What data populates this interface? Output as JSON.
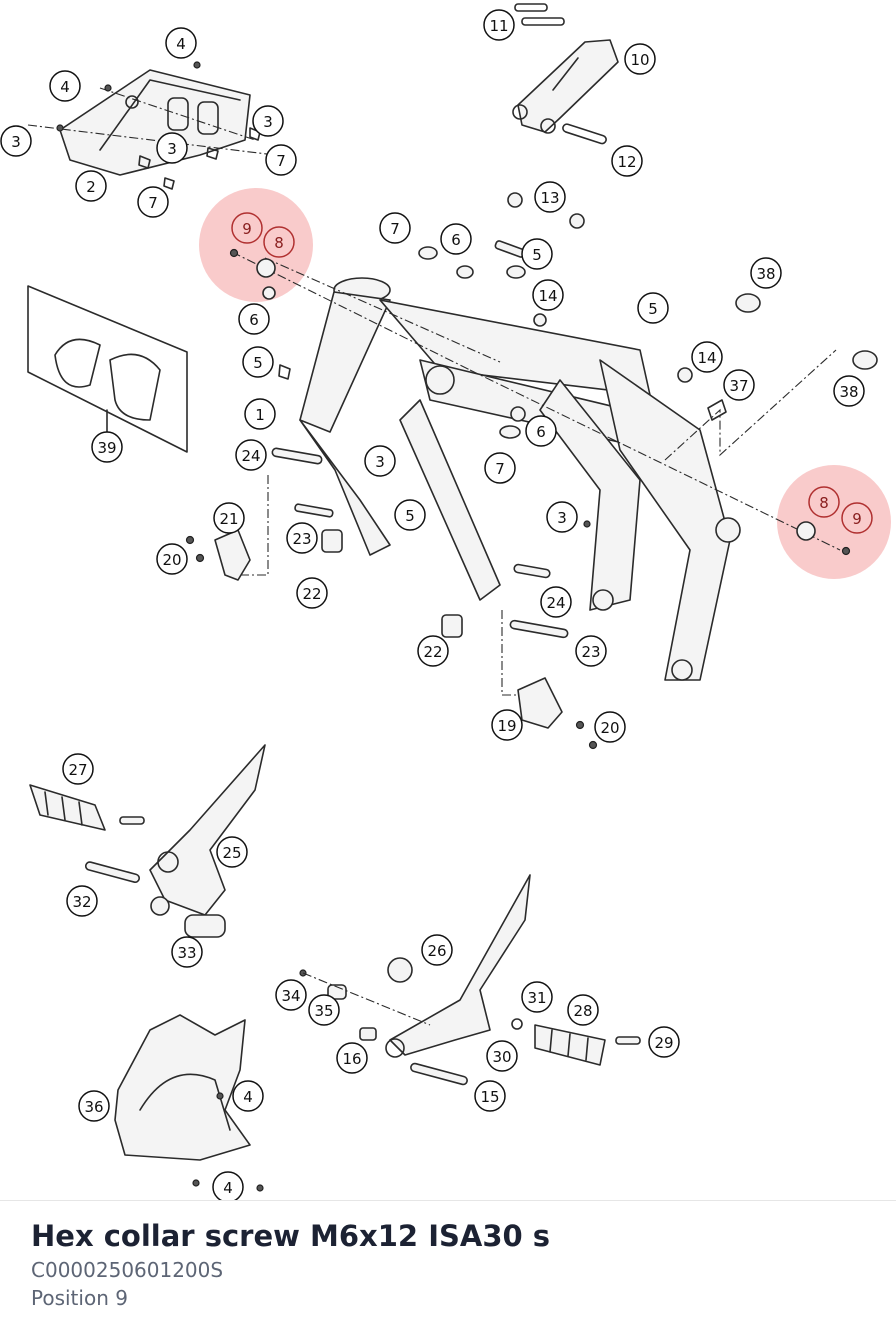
{
  "diagram": {
    "highlight_color": "#f4a0a0",
    "callouts": [
      "1",
      "2",
      "3",
      "4",
      "5",
      "6",
      "7",
      "8",
      "9",
      "10",
      "11",
      "12",
      "13",
      "14",
      "15",
      "16",
      "19",
      "20",
      "21",
      "22",
      "23",
      "24",
      "25",
      "26",
      "27",
      "28",
      "29",
      "30",
      "31",
      "32",
      "33",
      "34",
      "35",
      "36",
      "37",
      "38",
      "39"
    ],
    "highlighted": [
      "8",
      "9"
    ]
  },
  "part": {
    "name": "Hex collar screw M6x12 ISA30 s",
    "number": "C0000250601200S",
    "position": "Position 9"
  }
}
